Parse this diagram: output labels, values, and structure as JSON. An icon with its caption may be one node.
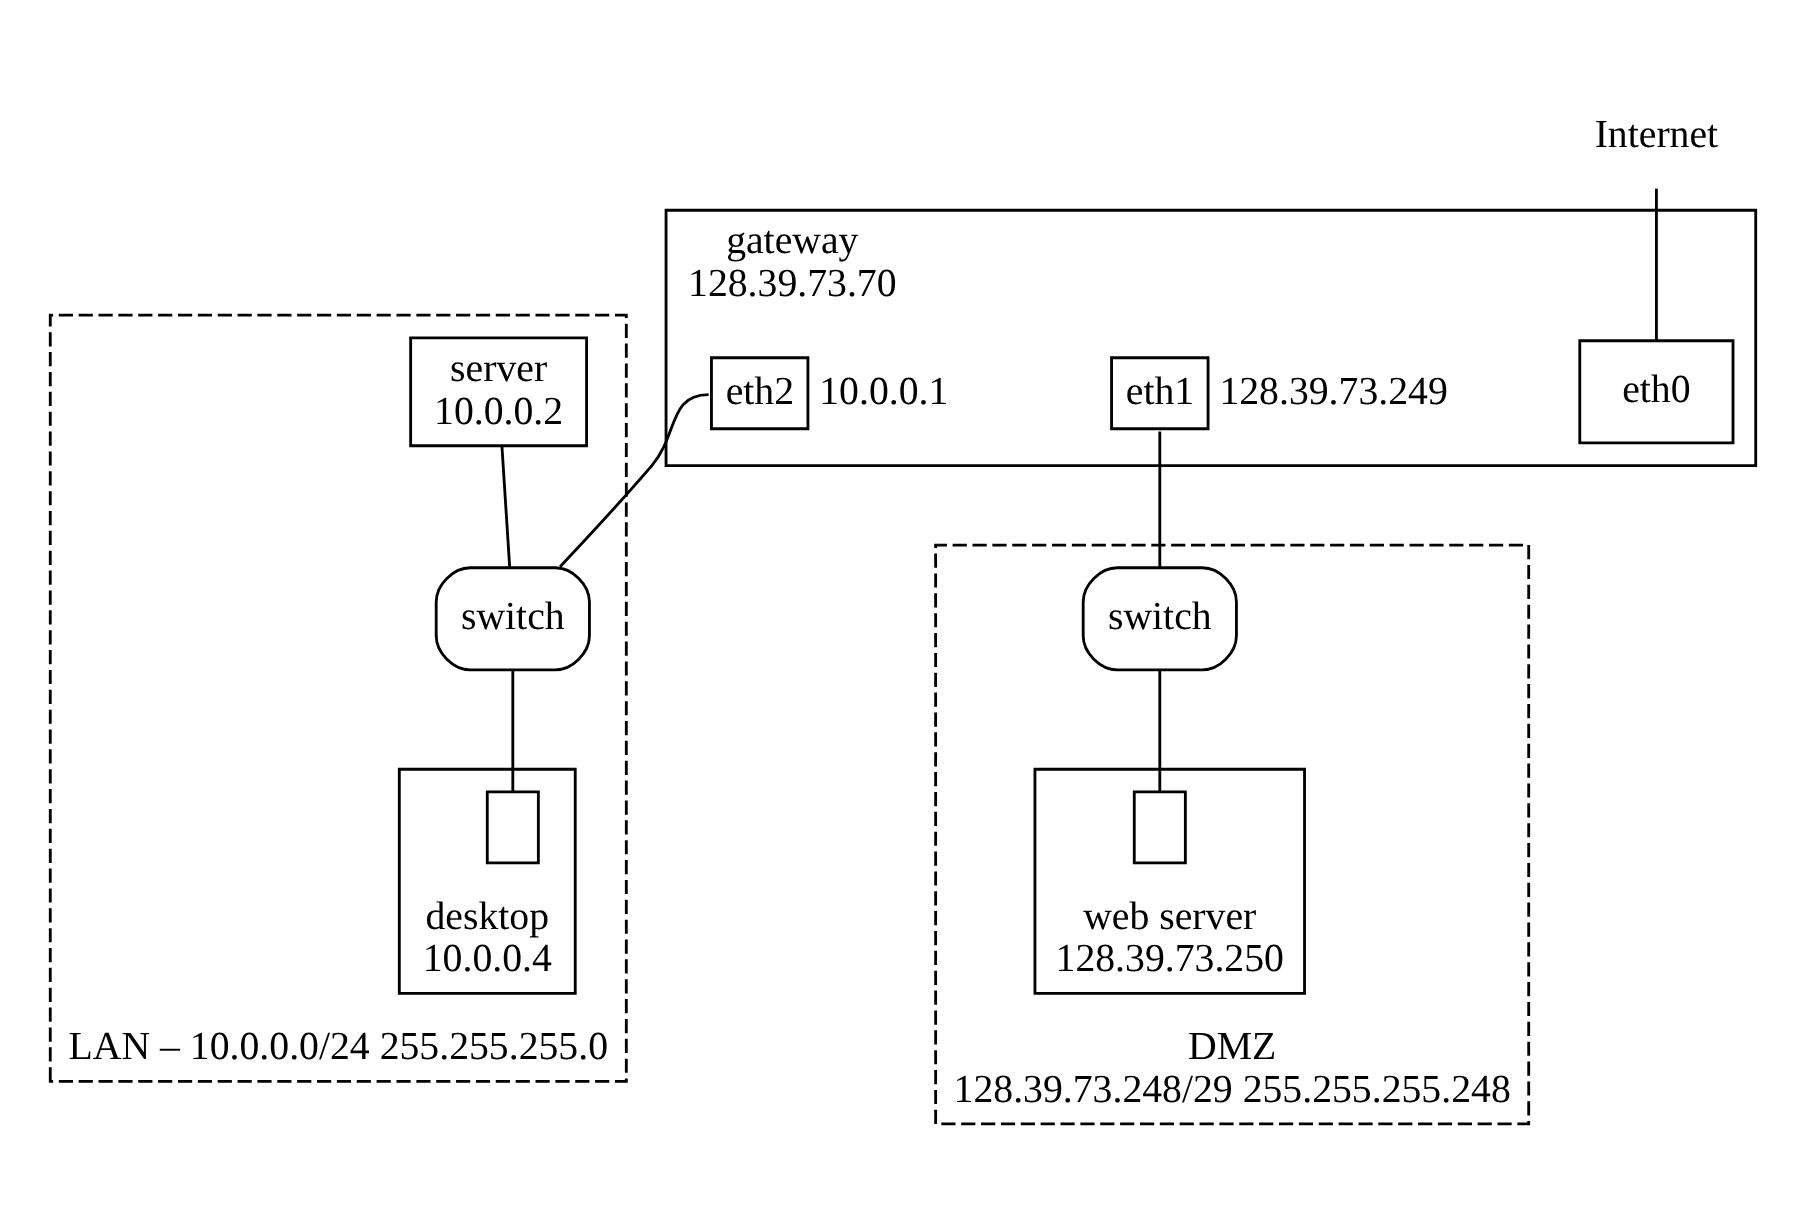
{
  "diagram": {
    "nodes": [
      {
        "text": [
          "Internet"
        ]
      },
      {
        "text": [
          "gateway",
          "128.39.73.70"
        ]
      },
      {
        "text": [
          "eth0"
        ],
        "in": 1
      },
      {
        "text": [
          "eth2"
        ],
        "in": 1,
        "beside": [
          "10.0.0.1"
        ]
      },
      {
        "text": [
          "eth1"
        ],
        "in": 1,
        "beside": [
          "128.39.73.249"
        ]
      },
      {
        "text": [
          "LAN – 10.0.0.0/24 255.255.255.0"
        ]
      },
      {
        "text": [
          "server",
          "10.0.0.2"
        ],
        "in": 5
      },
      {
        "text": [
          "switch"
        ],
        "in": 5
      },
      {
        "text": [
          "desktop",
          "10.0.0.4"
        ],
        "in": 5
      },
      {
        "text": [],
        "shape": "box",
        "in": 8
      },
      {
        "text": [
          "DMZ",
          "128.39.73.248/29 255.255.255.248"
        ]
      },
      {
        "text": [
          "switch"
        ],
        "in": 10
      },
      {
        "text": [
          "web server",
          "128.39.73.250"
        ],
        "in": 10
      },
      {
        "text": [],
        "shape": "box",
        "in": 12
      }
    ],
    "edges": [
      {
        "from": 0,
        "to": 2,
        "arrow": "none"
      },
      {
        "from": 3,
        "to": 7,
        "arrow": "none"
      },
      {
        "from": 6,
        "to": 7,
        "arrow": "none"
      },
      {
        "from": 7,
        "to": 9,
        "arrow": "none"
      },
      {
        "from": 4,
        "to": 11,
        "arrow": "none"
      },
      {
        "from": 11,
        "to": 13,
        "arrow": "none"
      }
    ]
  }
}
